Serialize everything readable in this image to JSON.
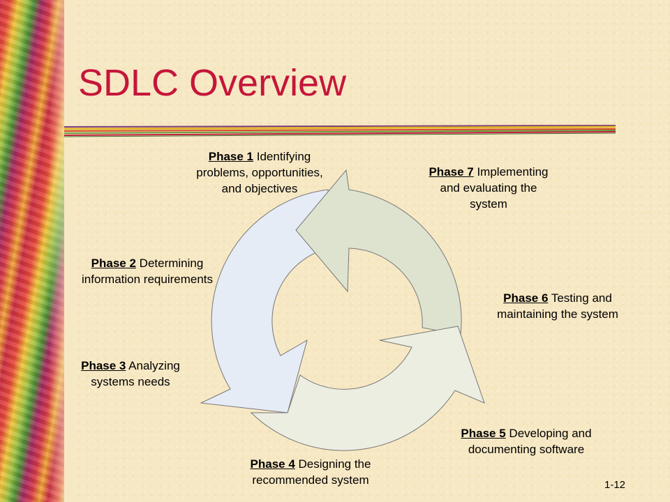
{
  "slide": {
    "title": "SDLC Overview",
    "page_number": "1-12"
  },
  "phases": [
    {
      "id": "Phase 1",
      "text": " Identifying",
      "line2": "problems, opportunities,",
      "line3": "and objectives"
    },
    {
      "id": "Phase 2",
      "text": " Determining",
      "line2": "information requirements"
    },
    {
      "id": "Phase 3",
      "text": " Analyzing",
      "line2": "systems needs"
    },
    {
      "id": "Phase 4",
      "text": " Designing the",
      "line2": "recommended system"
    },
    {
      "id": "Phase 5",
      "text": " Developing and",
      "line2": "documenting software"
    },
    {
      "id": "Phase 6",
      "text": " Testing and",
      "line2": "maintaining the system"
    },
    {
      "id": "Phase 7",
      "text": " Implementing",
      "line2": "and evaluating the",
      "line3": "system"
    }
  ],
  "colors": {
    "title": "#c5163a",
    "arrow_blue": "#e6ecf6",
    "arrow_green": "#dde3cf",
    "arrow_light": "#eceee2",
    "outline": "#777777"
  }
}
